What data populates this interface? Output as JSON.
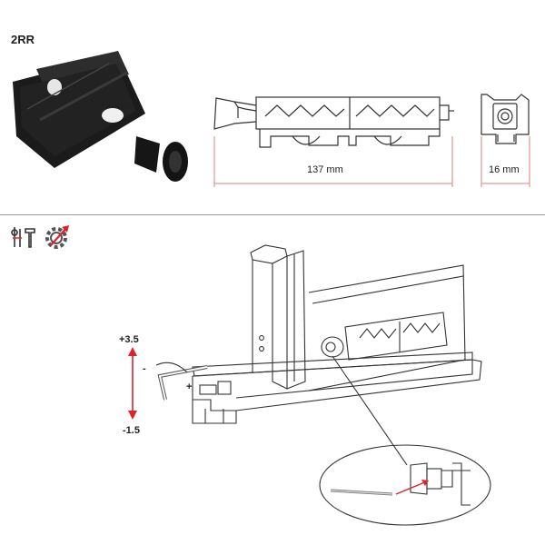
{
  "header": {
    "product_code": "2RR"
  },
  "dimensions": {
    "length": "137 mm",
    "width": "16 mm"
  },
  "adjustment": {
    "up_value": "+3.5",
    "down_value": "-1.5",
    "minus_sign": "-",
    "plus_sign": "+"
  },
  "icons": [
    "tools-icon",
    "adjust-gear-icon"
  ],
  "colors": {
    "dimension_line": "#d98080",
    "arrow": "#e0202a",
    "gear_icon": "#555555",
    "product_body": "#1c1c1c"
  }
}
